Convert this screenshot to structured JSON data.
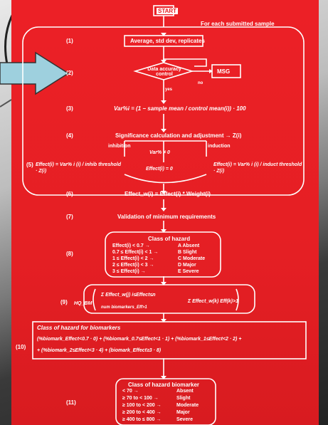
{
  "start_label": "START",
  "header_label": "For each submitted sample",
  "steps": {
    "s1": {
      "num": "(1)",
      "text": "Average, std dev, replicates"
    },
    "s2": {
      "num": "(2)",
      "decision": "Data accuracy control",
      "no": "no",
      "yes": "yes",
      "msg": "MSG"
    },
    "s3": {
      "num": "(3)",
      "formula": "Var%i = (1 − sample mean / control mean(i)) · 100"
    },
    "s4": {
      "num": "(4)",
      "text": "Significance calculation and adjustment → Z(i)",
      "left": "inhibition",
      "right": "induction",
      "center": "Var% ≠ 0"
    },
    "s5": {
      "num": "(5)",
      "left_formula": "Effect(i) = Var% i (i) / inhib threshold · Z(i)",
      "center_formula": "Effect(i) = 0",
      "right_formula": "Effect(i) = Var% i (i) / induct threshold · Z(i)"
    },
    "s6": {
      "num": "(6)",
      "formula": "Effect_w(i) = Effect(i) * Weight(i)"
    },
    "s7": {
      "num": "(7)",
      "text": "Validation of minimum requirements"
    },
    "s8": {
      "num": "(8)",
      "title": "Class of hazard",
      "rows": [
        {
          "cond": "Effect(i) < 0.7",
          "cls": "A Absent"
        },
        {
          "cond": "0.7 ≤ Effect(i) < 1",
          "cls": "B Slight"
        },
        {
          "cond": "1 ≤ Effect(i) < 2",
          "cls": "C Moderate"
        },
        {
          "cond": "2 ≤ Effect(i) < 3",
          "cls": "D Major"
        },
        {
          "cond": "3 ≤ Effect(i)",
          "cls": "E Severe"
        }
      ]
    },
    "s9": {
      "num": "(9)",
      "hq": "HQ_BM",
      "formula_top": "Σ Effect_w(j) i≤Effect≤n",
      "formula_bottom": "num biomarkers_Eff>1",
      "formula_right": "Σ Effect_w(k) Eff(k)>1"
    },
    "s10": {
      "num": "(10)",
      "title": "Class of hazard for biomarkers",
      "line1": "(%biomark_Effect<0.7 · 0) + (%biomark_0.7≤Effect<1 · 1) + (%biomark_1≤Effect<2 · 2) +",
      "line2": "+ (%biomark_2≤Effect<3 · 4) + (biomark_Effect≥3 · 8)"
    },
    "s11": {
      "num": "(11)",
      "title": "Class of hazard biomarker",
      "rows": [
        {
          "cond": "< 70",
          "cls": "Absent"
        },
        {
          "cond": "≥ 70 to < 100",
          "cls": "Slight"
        },
        {
          "cond": "≥ 100 to < 200",
          "cls": "Moderate"
        },
        {
          "cond": "≥ 200 to < 400",
          "cls": "Major"
        },
        {
          "cond": "≥ 400 to ≤ 800",
          "cls": "Severe"
        }
      ]
    }
  }
}
